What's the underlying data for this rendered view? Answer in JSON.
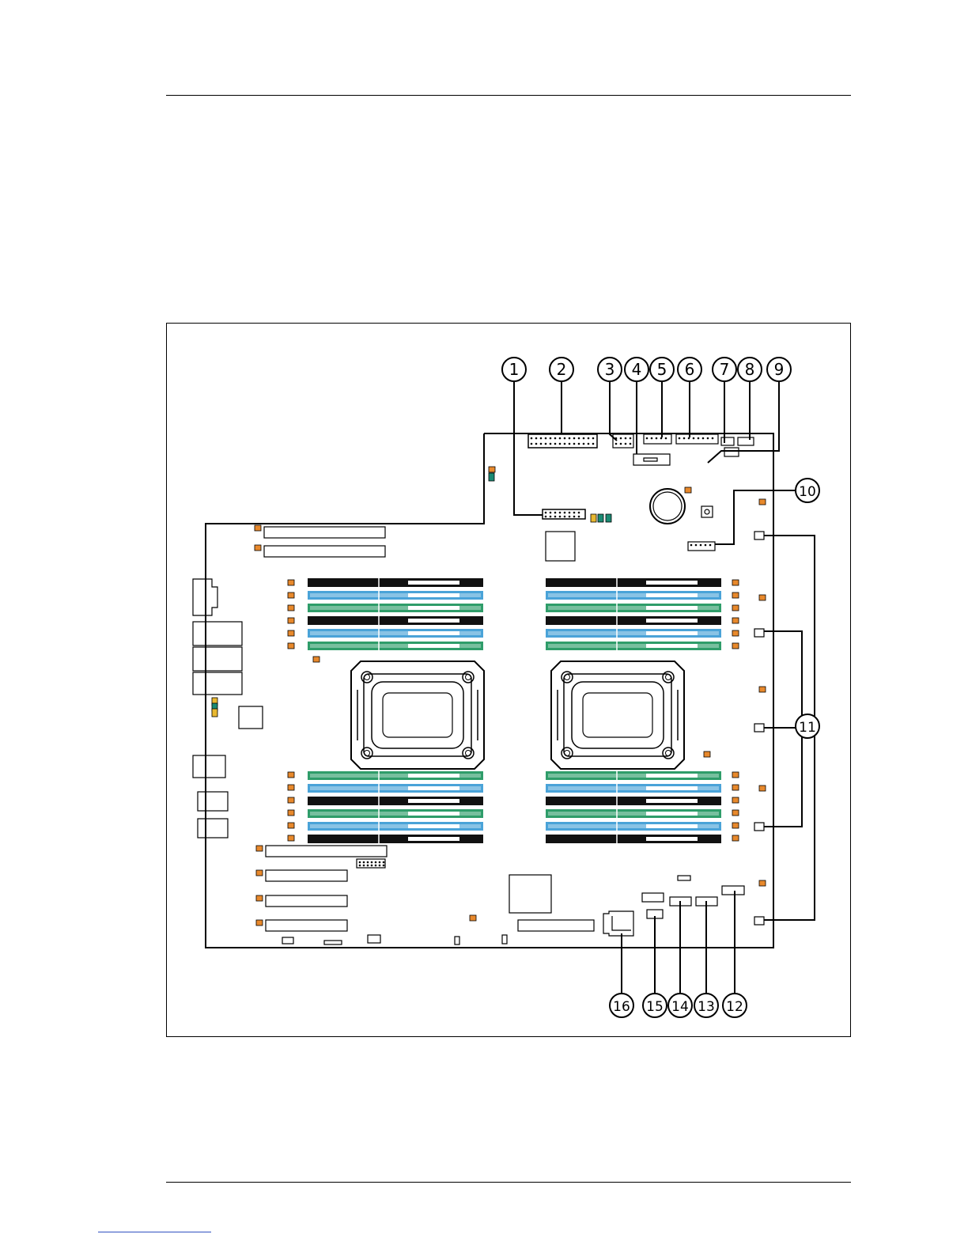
{
  "figure": {
    "callouts": [
      "1",
      "2",
      "3",
      "4",
      "5",
      "6",
      "7",
      "8",
      "9",
      "10",
      "11",
      "12",
      "13",
      "14",
      "15",
      "16"
    ]
  },
  "colors": {
    "dimm_black": "#111111",
    "dimm_blue": "#4aa3d8",
    "dimm_green": "#2f9d6a",
    "orange_marker": "#e8892c",
    "teal_marker": "#1a8a73",
    "yellow_marker": "#e8b830",
    "link": "#3050c0"
  }
}
